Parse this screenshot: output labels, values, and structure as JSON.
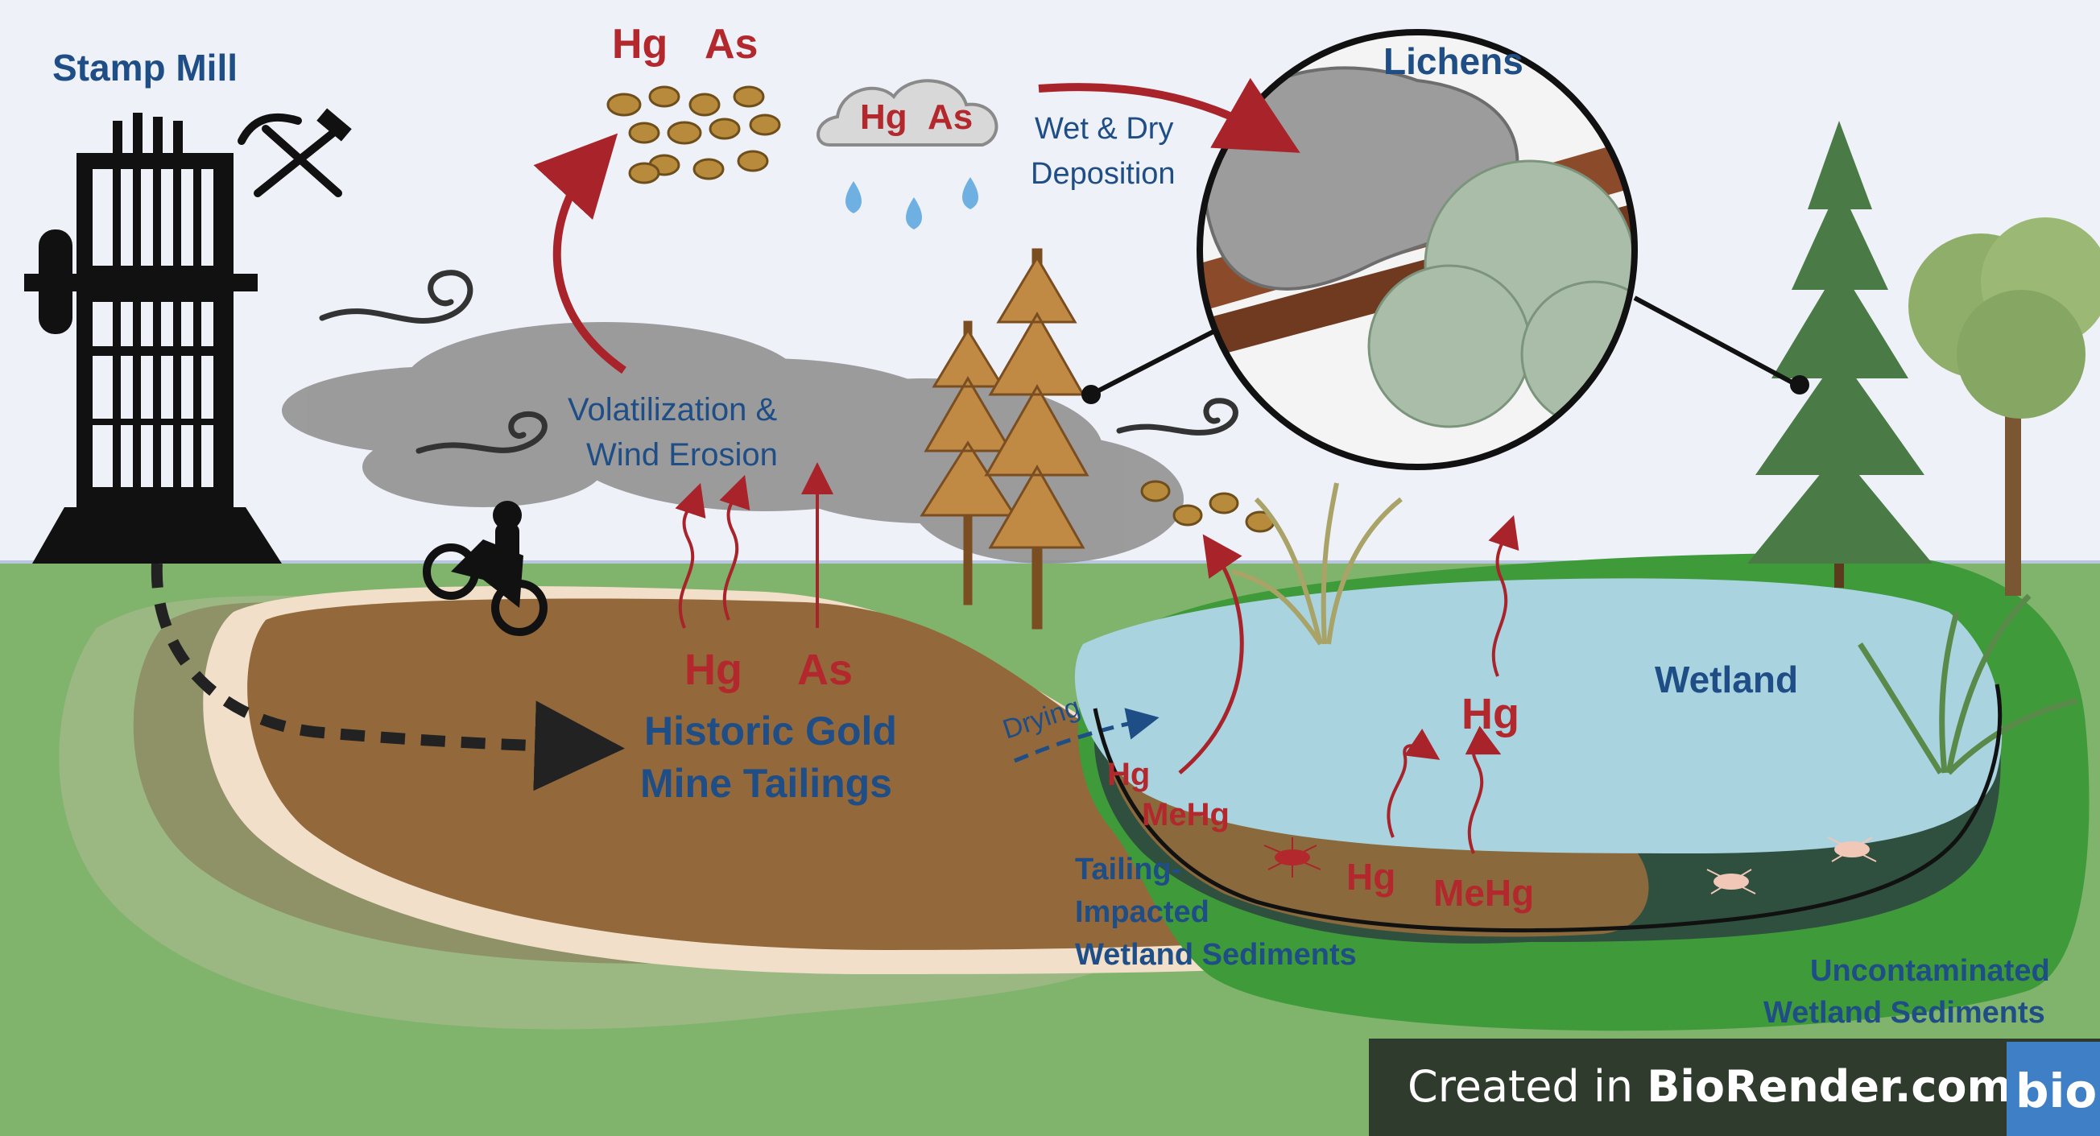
{
  "labels": {
    "stamp_mill": "Stamp Mill",
    "hg_as_particles": {
      "hg": "Hg",
      "as": "As"
    },
    "cloud": {
      "hg": "Hg",
      "as": "As"
    },
    "deposition": {
      "line1": "Wet & Dry",
      "line2": "Deposition"
    },
    "lichens": "Lichens",
    "volatilization": {
      "line1": "Volatilization &",
      "line2": "Wind Erosion"
    },
    "tailings_emission": {
      "hg": "Hg",
      "as": "As"
    },
    "tailings": {
      "line1": "Historic Gold",
      "line2": "Mine Tailings"
    },
    "drying": "Drying",
    "wetland": "Wetland",
    "wetland_hg": "Hg",
    "impacted_species": {
      "hg": "Hg",
      "mehg": "MeHg"
    },
    "sediment_species": {
      "hg": "Hg",
      "mehg": "MeHg"
    },
    "impacted_sediments": {
      "line1": "Tailing-",
      "line2": "Impacted",
      "line3": "Wetland Sediments"
    },
    "uncontaminated_sediments": {
      "line1": "Uncontaminated",
      "line2": "Wetland Sediments"
    }
  },
  "badge": {
    "prefix": "Created in ",
    "brand": "BioRender.com",
    "logo": "bio"
  },
  "colors": {
    "sky": "#eef1f8",
    "grass": "#7fb069",
    "tailings": "#93683a",
    "wetland_water": "#a9d3df",
    "label_blue": "#1f4e86",
    "label_red": "#b3282d",
    "badge_bg": "#2f3b2c",
    "badge_logo": "#3f7fc6"
  }
}
